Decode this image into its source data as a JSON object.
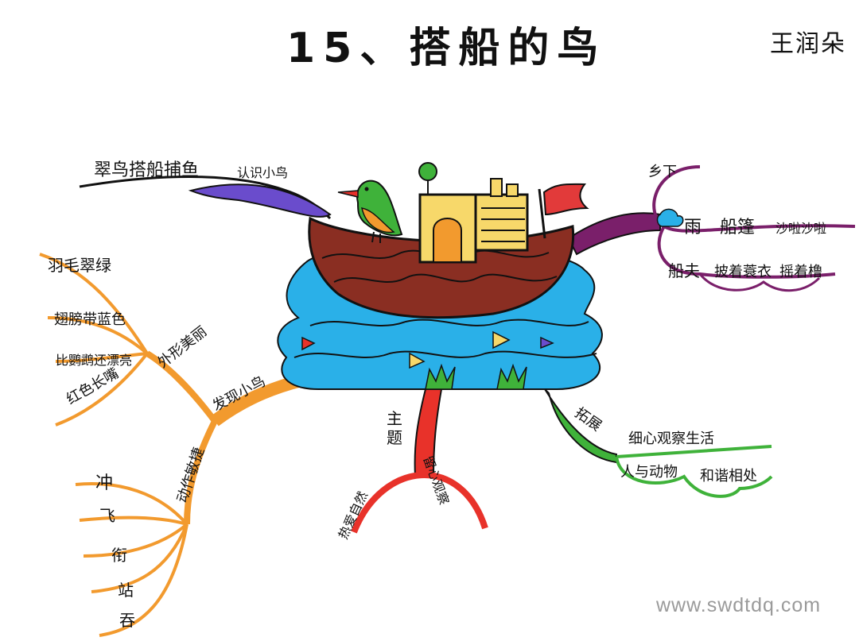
{
  "title": "15、搭船的鸟",
  "author": "王润朵",
  "watermark": "www.swdtdq.com",
  "colors": {
    "purple_branch": "#6a4ccc",
    "dark_purple_branch": "#7a1f6a",
    "orange_branch": "#f29a2e",
    "red_branch": "#e8322a",
    "green_branch": "#3fb23a",
    "boat": "#8a2e22",
    "water": "#2ab0e8",
    "cabin": "#f7d86a",
    "flag": "#e23a3a"
  },
  "top_left": {
    "main": "翠鸟搭船捕鱼",
    "sub": "认识小鸟"
  },
  "top_right": {
    "main": "乡下",
    "line1": [
      "雨",
      "船篷",
      "沙啦沙啦"
    ],
    "line2": [
      "船夫",
      "披着蓑衣",
      "摇着橹"
    ]
  },
  "left": {
    "main": "发现小鸟",
    "appearance": "外形美丽",
    "appearance_items": [
      "羽毛翠绿",
      "翅膀带蓝色",
      "比鹦鹉还漂亮",
      "红色长嘴"
    ],
    "action": "动作敏捷",
    "action_items": [
      "冲",
      "飞",
      "衔",
      "站",
      "吞"
    ]
  },
  "bottom_center": {
    "main": "主题",
    "items": [
      "热爱自然",
      "留心观察"
    ]
  },
  "bottom_right": {
    "main": "拓展",
    "items": [
      "细心观察生活",
      "人与动物",
      "和谐相处"
    ]
  }
}
